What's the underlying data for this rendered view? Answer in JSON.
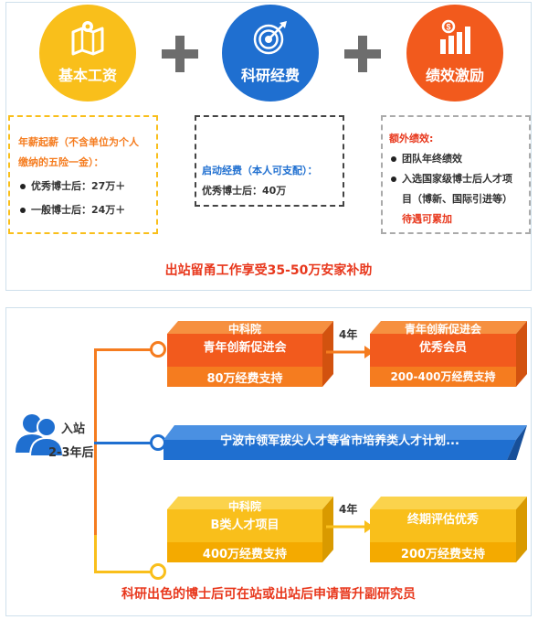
{
  "top": {
    "circles": [
      {
        "label": "基本工资",
        "color": "#f9bf1b",
        "icon": "map-icon"
      },
      {
        "label": "科研经费",
        "color": "#1f6fd0",
        "icon": "target-icon"
      },
      {
        "label": "绩效激励",
        "color": "#f25a1d",
        "icon": "chart-icon"
      }
    ],
    "box1": {
      "title_line1": "年薪起薪（不含单位为个人",
      "title_line2": "缴纳的五险一金）：",
      "items": [
        "优秀博士后：27万＋",
        "一般博士后：24万＋"
      ]
    },
    "box2": {
      "title": "启动经费（本人可支配）：",
      "line": "优秀博士后：40万"
    },
    "box3": {
      "title": "额外绩效:",
      "items": [
        "团队年终绩效",
        "入选国家级博士后人才项"
      ],
      "continuation": "目（博新、国际引进等）",
      "note": "待遇可累加"
    },
    "headline": "出站留甬工作享受35-50万安家补助"
  },
  "bottom": {
    "person_label_1": "入站",
    "person_label_2": "2-3年后",
    "block_a": {
      "line1": "中科院",
      "line2": "青年创新促进会",
      "footer": "80万经费支持"
    },
    "arrow_a": "4年",
    "block_b": {
      "line1": "青年创新促进会",
      "line2": "优秀会员",
      "footer": "200-400万经费支持"
    },
    "banner": "宁波市领军拔尖人才等省市培养类人才计划...",
    "block_c": {
      "line1": "中科院",
      "line2": "B类人才项目",
      "footer": "400万经费支持"
    },
    "arrow_c": "4年",
    "block_d": {
      "line1": "终期评估优秀",
      "footer": "200万经费支持"
    },
    "headline": "科研出色的博士后可在站或出站后申请晋升副研究员"
  },
  "colors": {
    "orange": "#f57c1f",
    "red": "#e8381d",
    "blue": "#1f6fd0",
    "gold": "#f9bf1b"
  }
}
